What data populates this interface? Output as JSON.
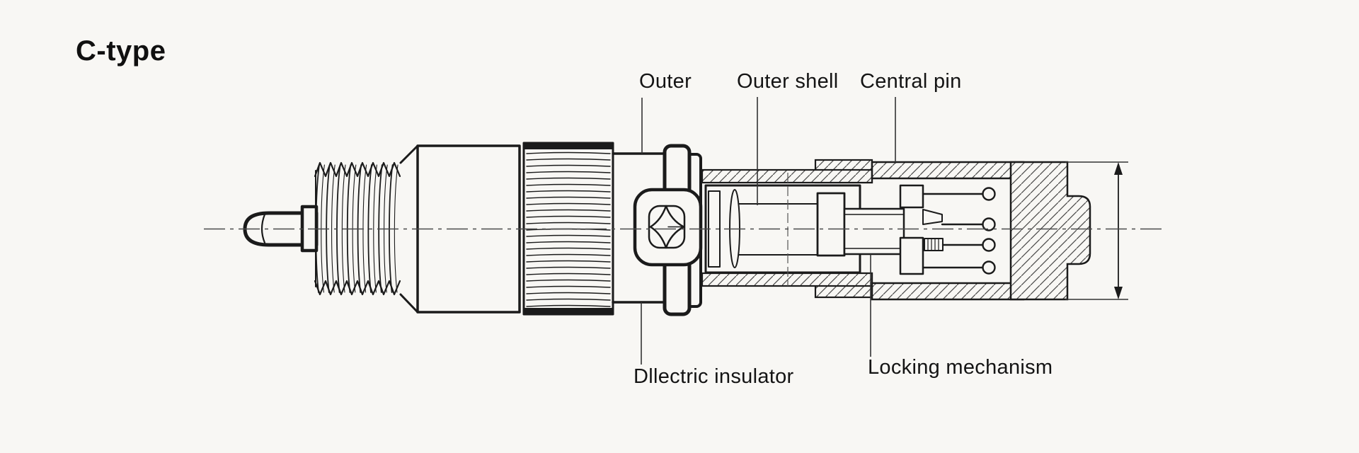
{
  "title": "C-type",
  "colors": {
    "background": "#f8f7f4",
    "ink": "#1b1b1b",
    "centerline": "#4a4a4a",
    "leader": "#333333"
  },
  "labels": {
    "outer": "Outer",
    "outer_shell": "Outer shell",
    "central_pin": "Central pin",
    "dielectric_insulator": "Dllectric insulator",
    "locking_mechanism": "Locking mechanism"
  }
}
